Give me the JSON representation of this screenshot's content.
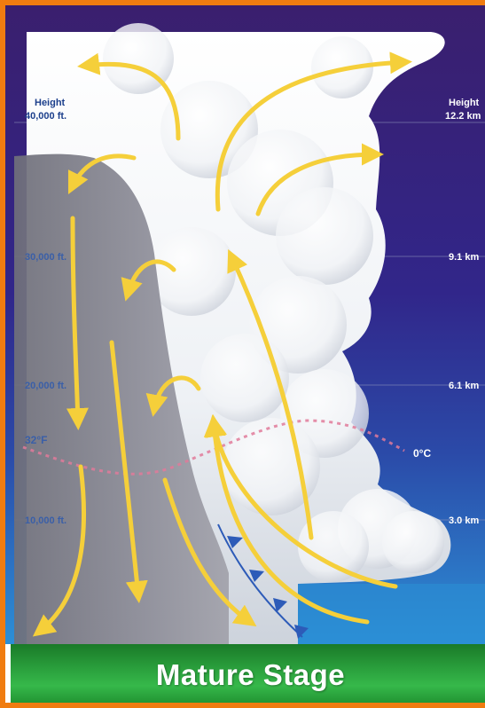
{
  "left_axis": {
    "header": "Height",
    "labels": [
      "40,000 ft.",
      "30,000 ft.",
      "20,000 ft.",
      "10,000 ft."
    ]
  },
  "right_axis": {
    "header": "Height",
    "labels": [
      "12.2 km",
      "9.1 km",
      "6.1 km",
      "3.0 km"
    ]
  },
  "freezing_level": {
    "fahrenheit": "32°F",
    "celsius": "0°C"
  },
  "stage_title": "Mature Stage",
  "colors": {
    "frame": "#f07c10",
    "sky_top": "#3a1f6e",
    "sky_bottom": "#2c8fd6",
    "arrow": "#f5cf3a",
    "ground": "#2da640",
    "freezing_line": "#e07a9a"
  }
}
